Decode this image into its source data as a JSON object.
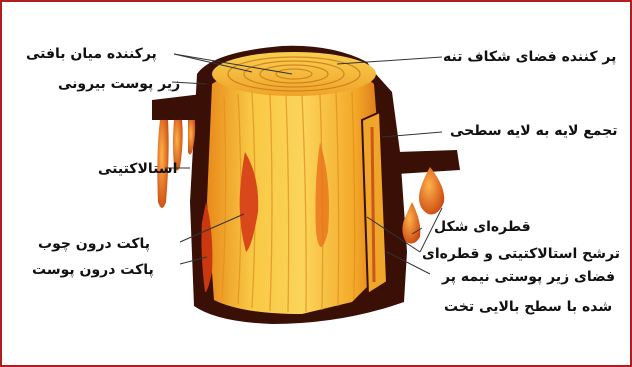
{
  "diagram": {
    "labels": {
      "middle_filler": "پرکننده میان بافتی",
      "outer_under_bark": "زیر پوست بیرونی",
      "stalactite": "استالاکتیتی",
      "inner_wood_pocket": "پاکت درون چوب",
      "inner_bark_pocket": "پاکت درون پوست",
      "trunk_crack_filler": "پر کننده فضای شکاف تنه",
      "layered_accumulation": "تجمع لایه به لایه سطحی",
      "drop_shaped": "قطره‌ای شکل",
      "stalactite_drop_seep": "ترشح استالاکتیتی و قطره‌ای",
      "subbark_half_filled": "فضای زیر پوستی نیمه پر",
      "flush_with_board": "شده با سطح بالایی تخت"
    }
  },
  "colors": {
    "frame": "#b01e1e",
    "bark": "#3a0f05",
    "wood_light": "#f6c13a",
    "wood_orange": "#e8891c",
    "resin": "#d95b10",
    "leader": "#333333"
  }
}
